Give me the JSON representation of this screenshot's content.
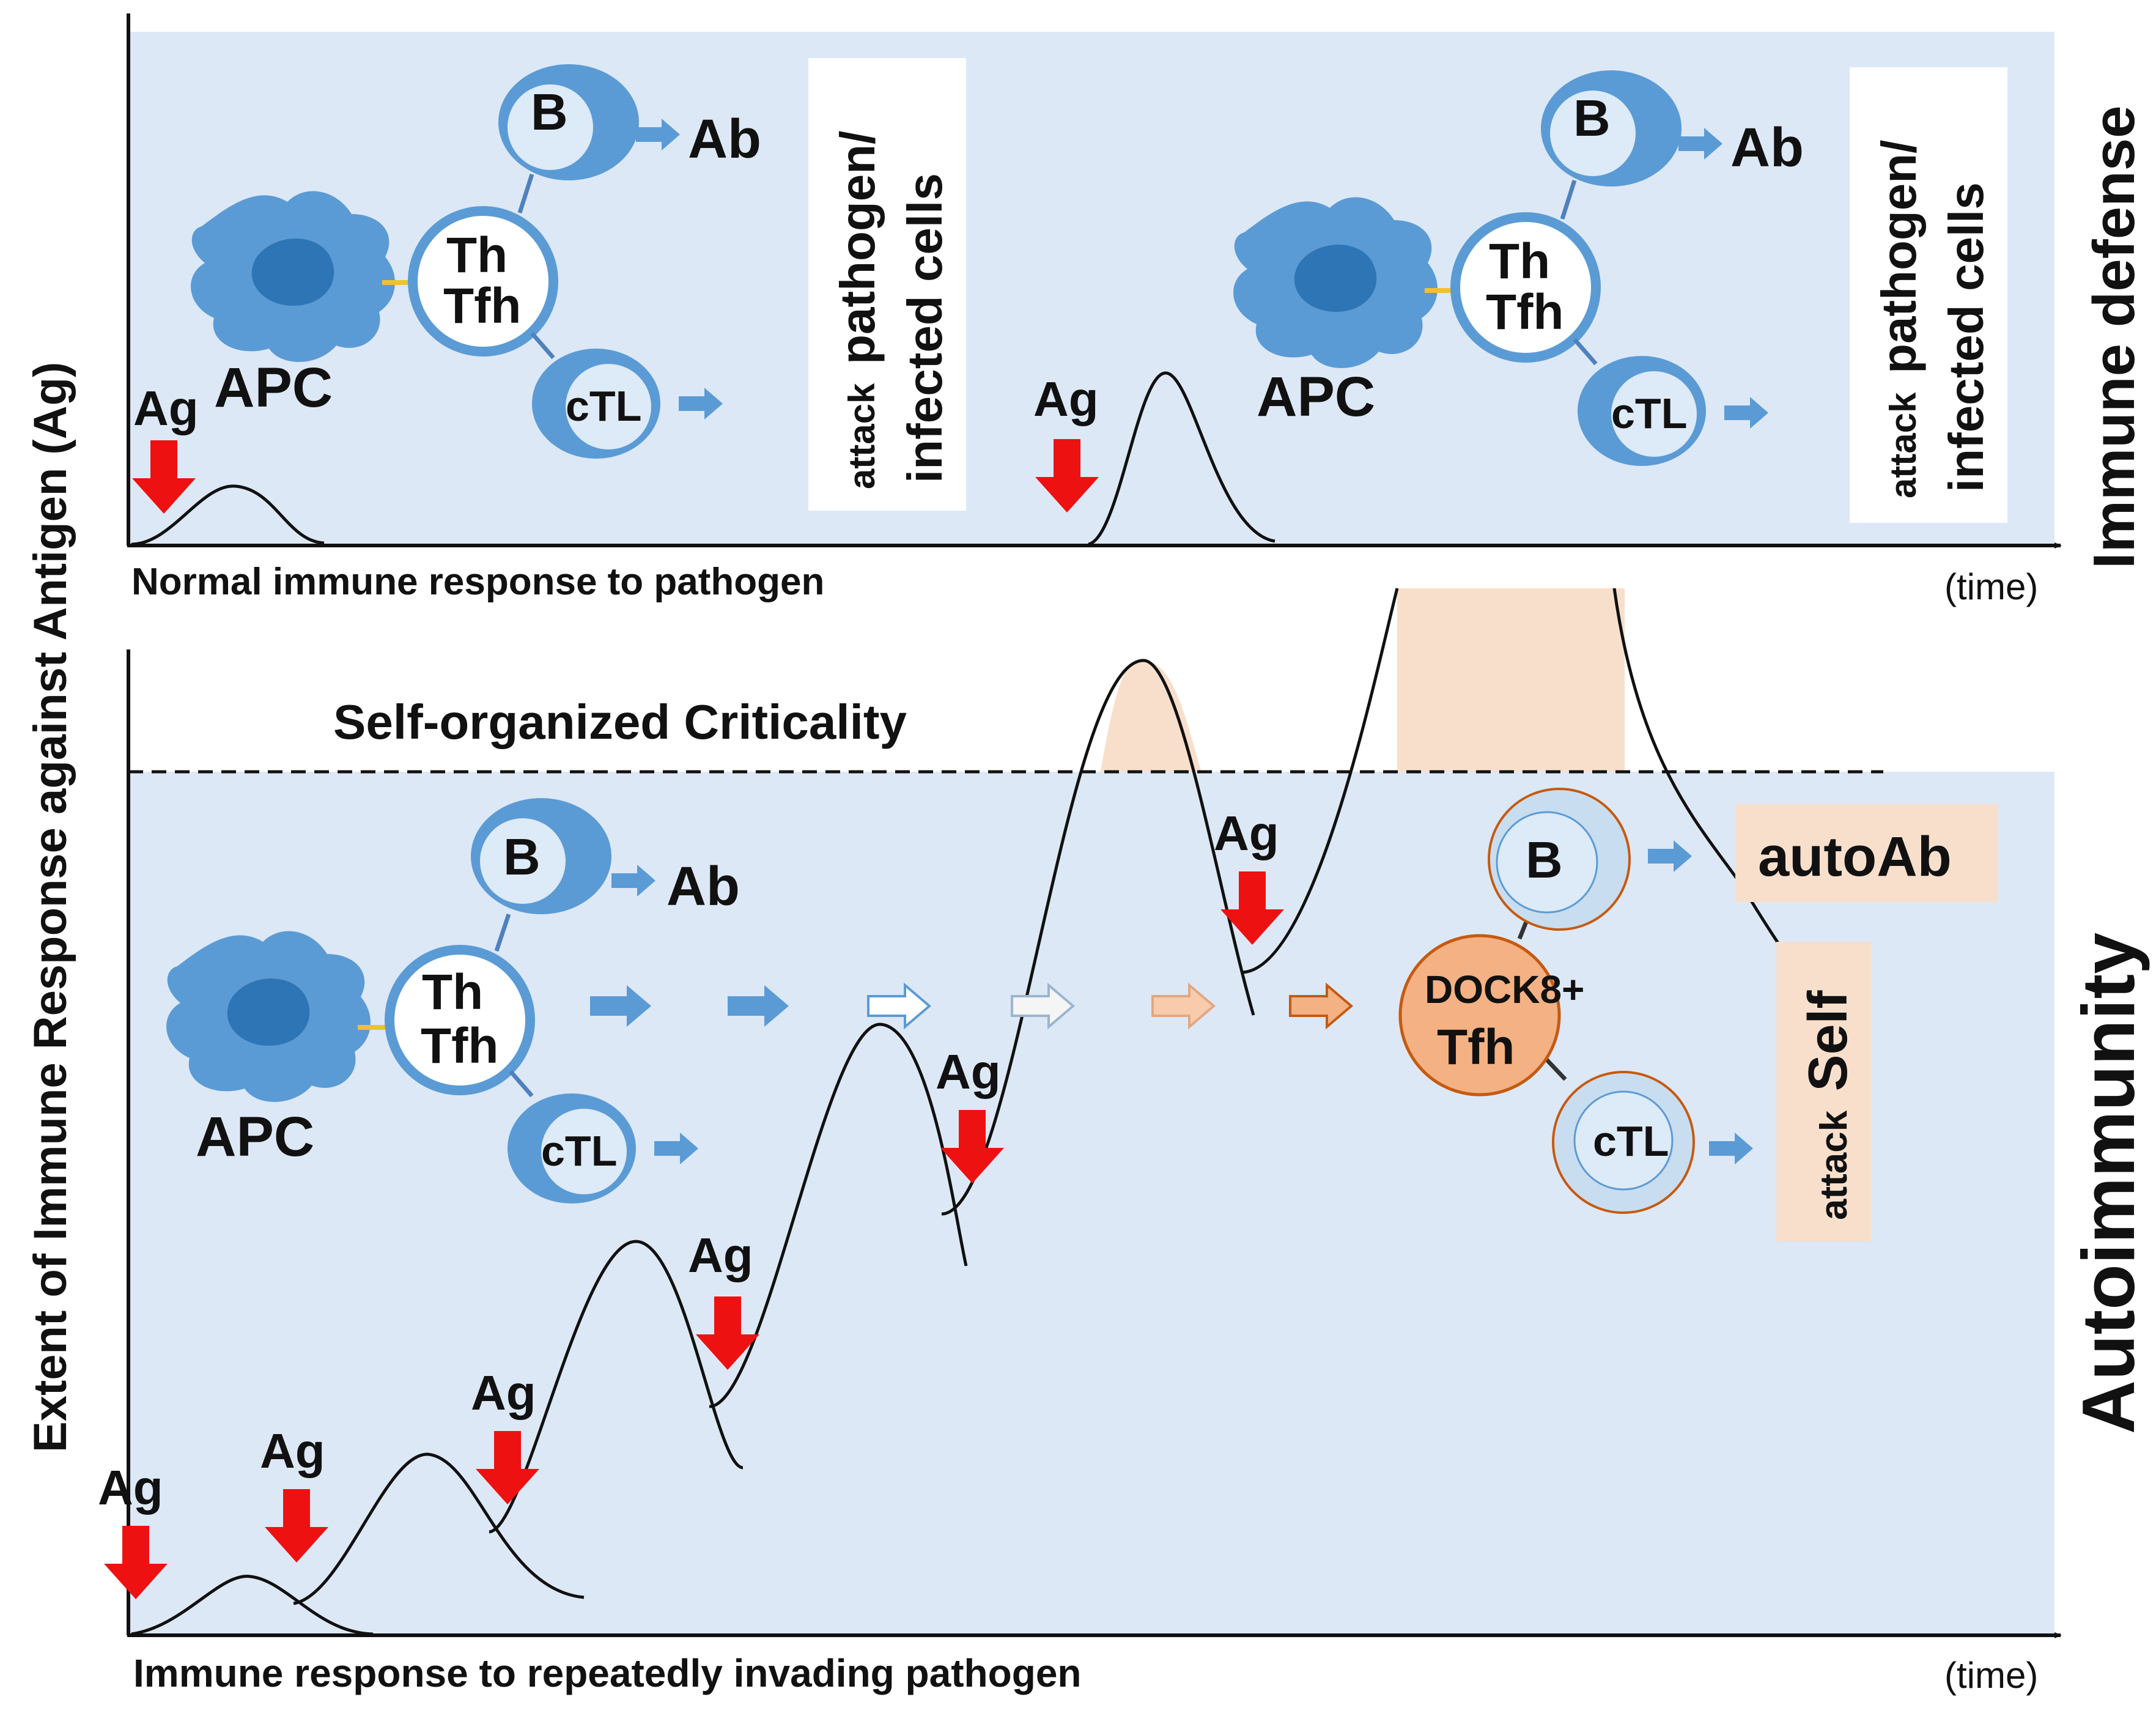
{
  "y_axis_label": "Extent of Immune Response against Antigen (Ag)",
  "right_labels": {
    "top": "Immune defense",
    "bottom": "Autoimmunity"
  },
  "colors": {
    "panel_bg": "#dde8f6",
    "cell_blue": "#5b9bd5",
    "cell_dark": "#2e75b6",
    "nucleus_white": "#ddeaf7",
    "red_arrow": "#ee1111",
    "peach": "#f8dfcc",
    "tfh_orange": "#f4b183",
    "tfh_stroke": "#c55a11",
    "auto_cell": "#c9ddf0"
  },
  "top_panel": {
    "caption": "Normal immune response to pathogen",
    "time_label": "(time)",
    "ag_label": "Ag",
    "clusters": [
      {
        "apc": "APC",
        "th": "Th",
        "tfh": "Tfh",
        "b": "B",
        "ab": "Ab",
        "ctl": "cTL",
        "attack_small": "attack",
        "attack_line1": "pathogen/",
        "attack_line2": "infected cells"
      },
      {
        "apc": "APC",
        "th": "Th",
        "tfh": "Tfh",
        "b": "B",
        "ab": "Ab",
        "ctl": "cTL",
        "attack_small": "attack",
        "attack_line1": "pathogen/",
        "attack_line2": "infected cells"
      }
    ]
  },
  "bottom_panel": {
    "caption": "Immune response to repeatedly invading pathogen",
    "time_label": "(time)",
    "threshold_label": "Self-organized Criticality",
    "ag_label": "Ag",
    "normal_cluster": {
      "apc": "APC",
      "th": "Th",
      "tfh": "Tfh",
      "b": "B",
      "ab": "Ab",
      "ctl": "cTL"
    },
    "auto_cluster": {
      "b": "B",
      "tfh_top": "DOCK8+",
      "tfh": "Tfh",
      "ctl": "cTL",
      "autoab": "autoAb",
      "attack_small": "attack",
      "attack_big": "Self"
    }
  }
}
